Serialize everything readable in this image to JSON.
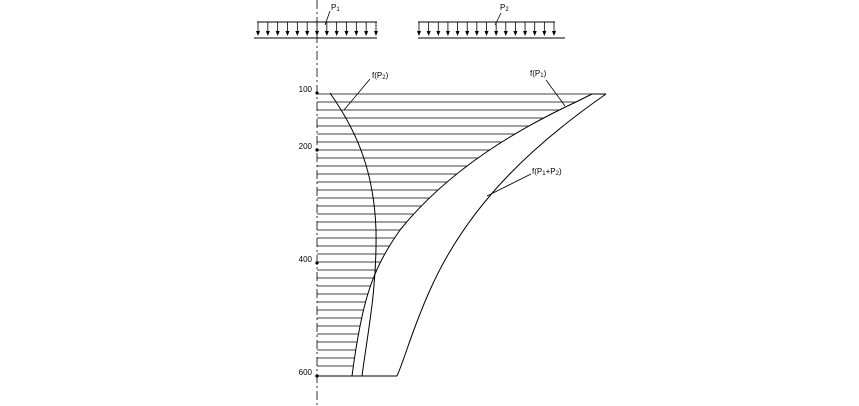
{
  "loads": [
    {
      "label": "P",
      "sub": "1"
    },
    {
      "label": "P",
      "sub": "2"
    }
  ],
  "curves": [
    {
      "pre": "f(P",
      "sub": "2",
      "post": ")"
    },
    {
      "pre": "f(P",
      "sub": "1",
      "post": ")"
    },
    {
      "pre": "f(P",
      "sub": "1",
      "mid": "+P",
      "sub2": "2",
      "post": ")"
    }
  ],
  "depth_ticks": [
    "100",
    "200",
    "400",
    "600"
  ]
}
